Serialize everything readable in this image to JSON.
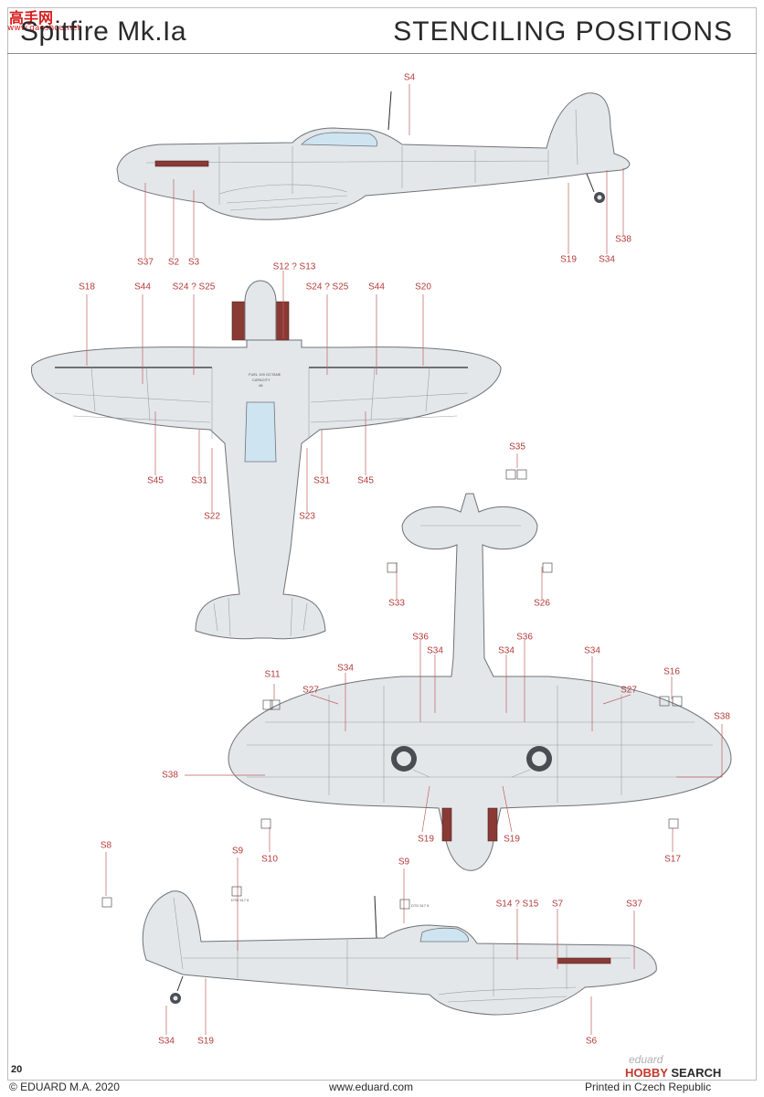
{
  "header": {
    "title_left": "Spitfire Mk.Ia",
    "title_right": "STENCILING POSITIONS",
    "watermark_cn": "高手网",
    "watermark_url": "www.gaoshou.net"
  },
  "labels": {
    "s4_top": "S4",
    "s37_top": "S37",
    "s2_top": "S2",
    "s3_top": "S3",
    "s19_top": "S19",
    "s34_top": "S34",
    "s38_top": "S38",
    "s12_13": "S12 ? S13",
    "s18": "S18",
    "s44_l": "S44",
    "s24_25_l": "S24 ? S25",
    "s24_25_r": "S24 ? S25",
    "s44_r": "S44",
    "s20": "S20",
    "s45_l": "S45",
    "s31_l": "S31",
    "s31_r": "S31",
    "s45_r": "S45",
    "s22": "S22",
    "s23": "S23",
    "s35": "S35",
    "s33": "S33",
    "s26": "S26",
    "s36_l": "S36",
    "s36_r": "S36",
    "s34_b1": "S34",
    "s34_b2": "S34",
    "s34_b3": "S34",
    "s34_b4": "S34",
    "s11": "S11",
    "s27_l": "S27",
    "s27_r": "S27",
    "s16": "S16",
    "s38_r": "S38",
    "s38_l": "S38",
    "s19_bl": "S19",
    "s19_br": "S19",
    "s10": "S10",
    "s17": "S17",
    "s8": "S8",
    "s9_l": "S9",
    "s9_r": "S9",
    "s14_15": "S14 ? S15",
    "s7": "S7",
    "s37_bot": "S37",
    "s34_bot": "S34",
    "s19_bot": "S19",
    "s6": "S6"
  },
  "stencil_text": {
    "fuel": "FUEL 100 OCTANE",
    "capacity": "CAPACITY",
    "gallons": "48",
    "dtd_l": "DTD 517 6",
    "dtd_r": "DTD 517 6"
  },
  "footer": {
    "page_number": "20",
    "copyright": "© EDUARD M.A. 2020",
    "website": "www.eduard.com",
    "printed": "Printed in Czech Republic",
    "brand_eduard": "eduard",
    "brand_hobby": "HOBBY",
    "brand_search": "SEARCH"
  },
  "colors": {
    "airframe": "#e3e7ea",
    "airframe_stroke": "#6e7378",
    "canopy": "#cfe4f1",
    "exhaust": "#8a3a34",
    "leader": "#c06060",
    "label_text": "#b43a3a"
  }
}
